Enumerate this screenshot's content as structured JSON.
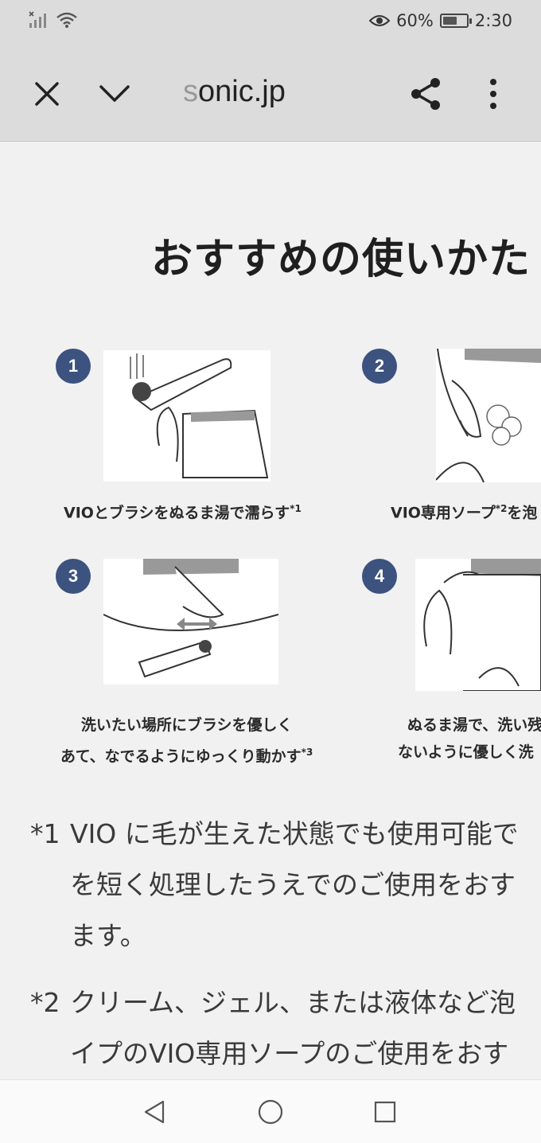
{
  "status": {
    "battery_percent": "60%",
    "battery_level": 0.6,
    "time": "2:30"
  },
  "toolbar": {
    "url_faded": "s",
    "url_main": "onic.jp"
  },
  "content": {
    "heading": "おすすめの使いかた",
    "steps": [
      {
        "num": "1",
        "caption_line1": "VIOとブラシをぬるま湯で濡らす",
        "caption_sup": "*1"
      },
      {
        "num": "2",
        "caption_line1": "VIO専用ソープ",
        "caption_sup": "*2",
        "caption_tail": "を泡"
      },
      {
        "num": "3",
        "caption_line1": "洗いたい場所にブラシを優しく",
        "caption_line2": "あて、なでるようにゆっくり動かす",
        "caption_sup": "*3"
      },
      {
        "num": "4",
        "caption_line1": "ぬるま湯で、洗い残",
        "caption_line2": "ないように優しく洗"
      }
    ],
    "notes": [
      {
        "mark": "*1",
        "line1": "VIO に毛が生えた状態でも使用可能で",
        "line2": "を短く処理したうえでのご使用をおす",
        "line3": "ます。"
      },
      {
        "mark": "*2",
        "line1": "クリーム、ジェル、または液体など泡",
        "line2": "イプのVIO専用ソープのご使用をおす"
      }
    ]
  }
}
